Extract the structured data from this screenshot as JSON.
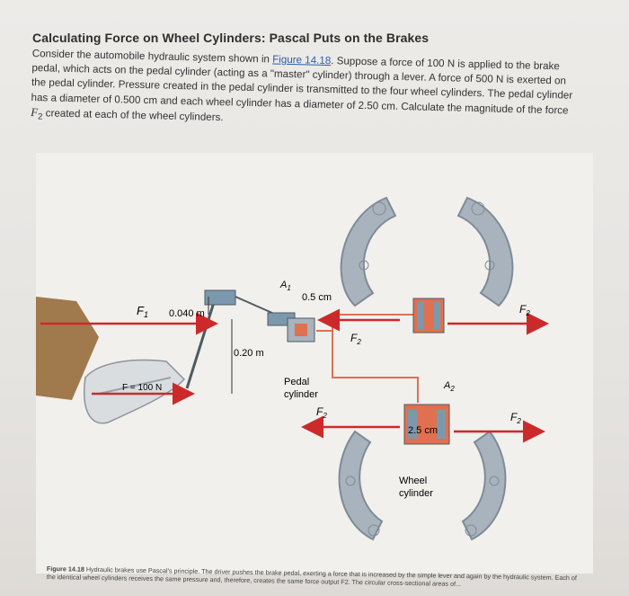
{
  "header": {
    "title": "Calculating Force on Wheel Cylinders: Pascal Puts on the Brakes"
  },
  "problem": {
    "part1": "Consider the automobile hydraulic system shown in ",
    "figure_link": "Figure 14.18",
    "part2": ". Suppose a force of 100 N is applied to the brake pedal, which acts on the pedal cylinder (acting as a \"master\" cylinder) through a lever. A force of 500 N is exerted on the pedal cylinder. Pressure created in the pedal cylinder is transmitted to the four wheel cylinders. The pedal cylinder has a diameter of 0.500 cm and each wheel cylinder has a diameter of 2.50 cm. Calculate the magnitude of the force ",
    "force_symbol": "F",
    "force_sub": "2",
    "part3": " created at each of the wheel cylinders."
  },
  "figure": {
    "labels": {
      "f1": "F",
      "f1_sub": "1",
      "f2": "F",
      "f2_sub": "2",
      "a1": "A",
      "a1_sub": "1",
      "a2": "A",
      "a2_sub": "2",
      "dist_short": "0.040 m",
      "dist_long": "0.20 m",
      "pedal_force": "F = 100 N",
      "pedal_diameter": "0.5 cm",
      "wheel_diameter": "2.5 cm",
      "pedal_cylinder_line1": "Pedal",
      "pedal_cylinder_line2": "cylinder",
      "wheel_cylinder_line1": "Wheel",
      "wheel_cylinder_line2": "cylinder"
    },
    "colors": {
      "force_arrow": "#cc2a2a",
      "brake_shoe": "#a8b3bd",
      "fluid_line": "#e07050",
      "piston": "#7c98ad",
      "pedal_ground": "#a07a4c"
    }
  },
  "caption": {
    "label": "Figure 14.18",
    "text": " Hydraulic brakes use Pascal's principle. The driver pushes the brake pedal, exerting a force that is increased by the simple lever and again by the hydraulic system. Each of the identical wheel cylinders receives the same pressure and, therefore, creates the same force output F2. The circular cross-sectional areas of..."
  }
}
